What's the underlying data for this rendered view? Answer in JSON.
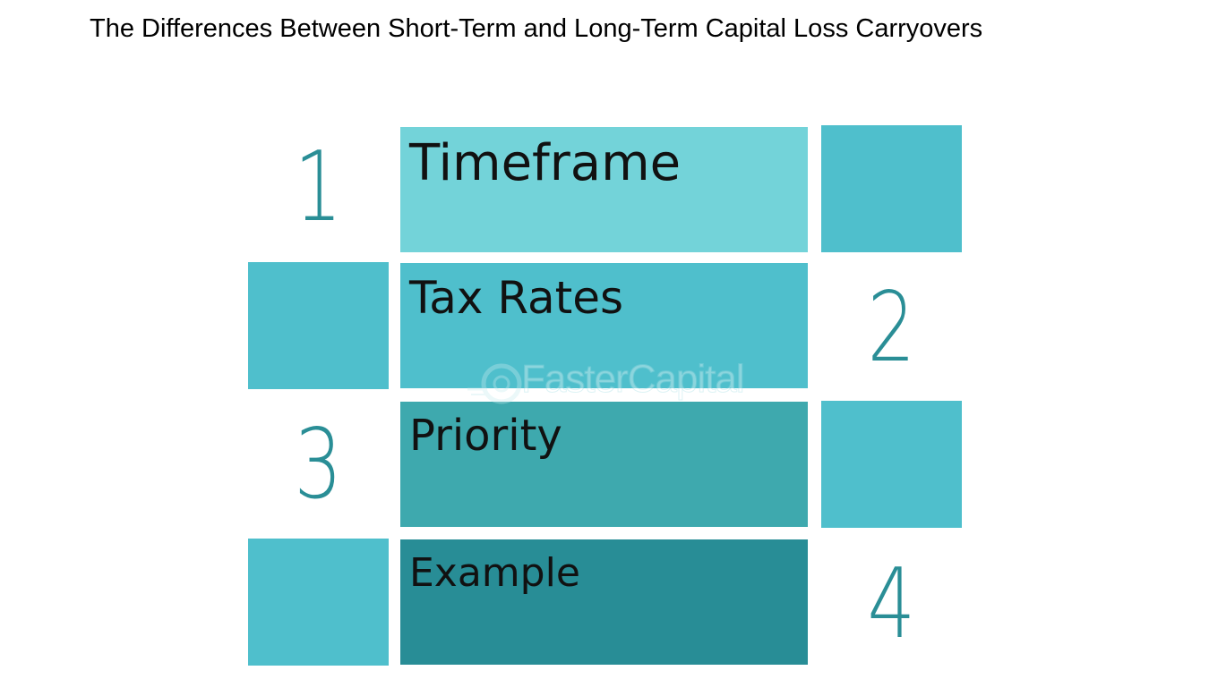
{
  "title": "The Differences Between Short-Term and Long-Term Capital Loss Carryovers",
  "items": [
    {
      "number": "1",
      "label": "Timeframe",
      "color": "#73d3d9"
    },
    {
      "number": "2",
      "label": "Tax Rates",
      "color": "#4fbfcc"
    },
    {
      "number": "3",
      "label": "Priority",
      "color": "#3ea9ae"
    },
    {
      "number": "4",
      "label": "Example",
      "color": "#288d96"
    }
  ],
  "colors": {
    "square": "#4fbfcc",
    "number": "#2a8e96"
  },
  "watermark": "FasterCapital"
}
